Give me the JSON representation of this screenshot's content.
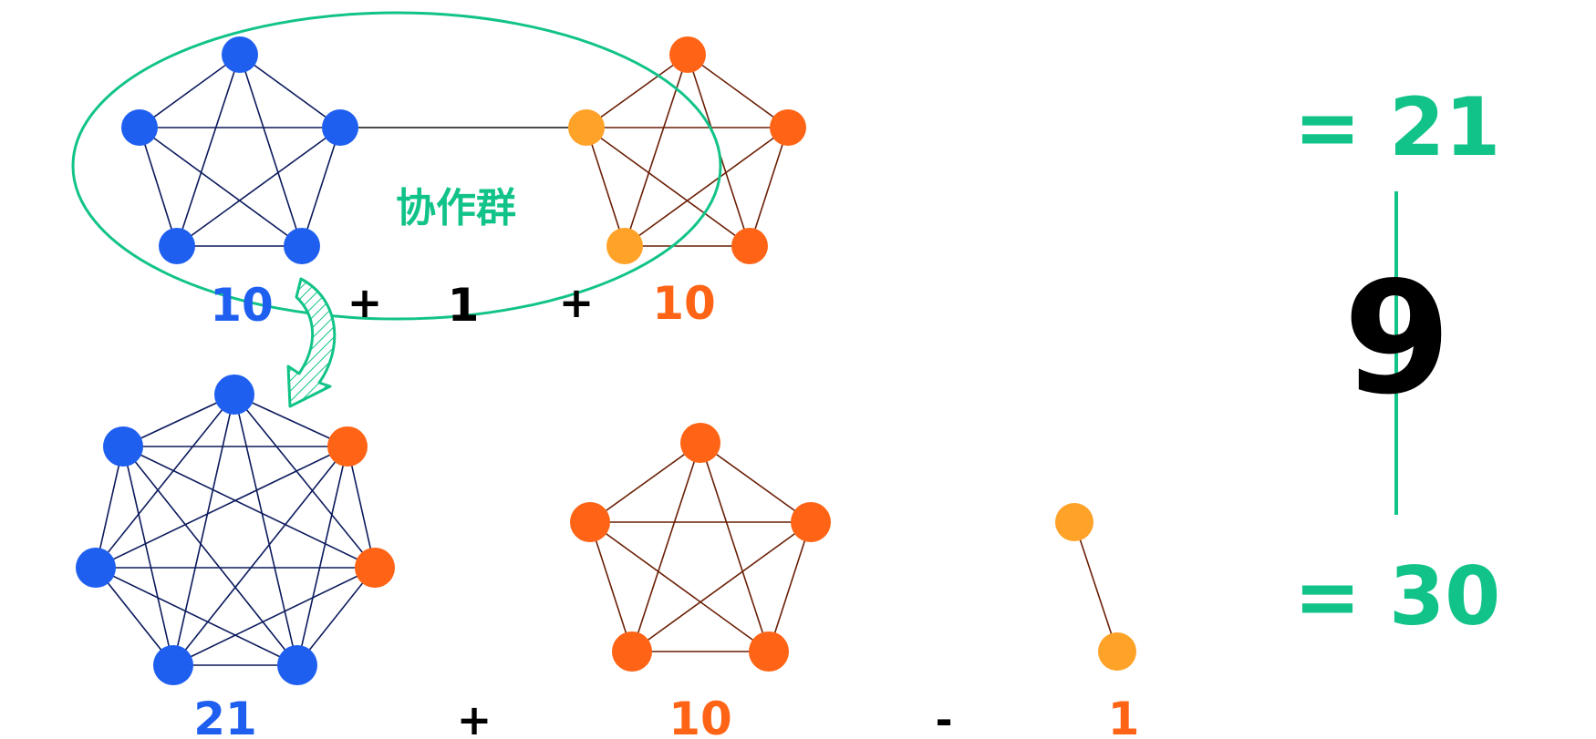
{
  "colors": {
    "blue": "#1f5ff0",
    "orange_dark": "#ff6416",
    "orange_light": "#ffa228",
    "green": "#12c389",
    "black": "#000000",
    "blue_edge": "#0b1a5c",
    "orange_edge": "#6a1f05"
  },
  "top_row": {
    "group_label": "协作群",
    "left_count": "10",
    "plus_1": "+",
    "bridge_count": "1",
    "plus_2": "+",
    "right_count": "10"
  },
  "bottom_row": {
    "merged_count": "21",
    "plus": "+",
    "remaining_count": "10",
    "minus": "-",
    "removed_count": "1"
  },
  "right_panel": {
    "top_result": "= 21",
    "difference": "9",
    "bottom_result": "= 30"
  },
  "icons": {
    "arrow": "curved-down-arrow-icon"
  }
}
